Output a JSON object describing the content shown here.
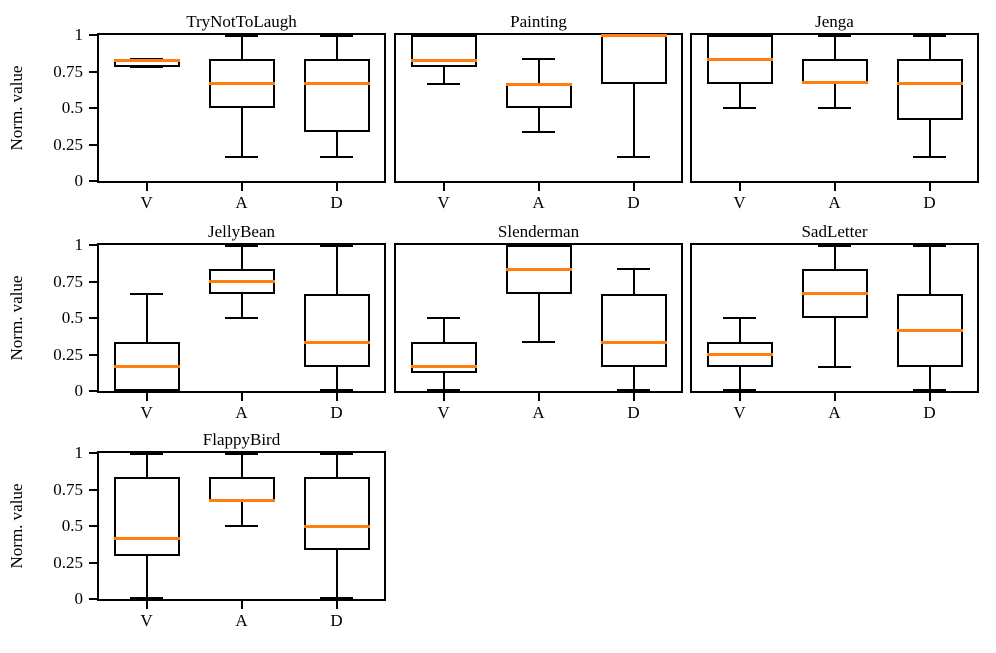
{
  "figure": {
    "background": "#ffffff"
  },
  "colors": {
    "line": "#000000",
    "median": "#ff7f0e",
    "plot_bg": "#ffffff"
  },
  "axis": {
    "ylabel": "Norm. value",
    "ylim": [
      0,
      1
    ],
    "yticks": [
      {
        "value": 0,
        "label": "0"
      },
      {
        "value": 0.25,
        "label": "0.25"
      },
      {
        "value": 0.5,
        "label": "0.5"
      },
      {
        "value": 0.75,
        "label": "0.75"
      },
      {
        "value": 1,
        "label": "1"
      }
    ],
    "categories": [
      "V",
      "A",
      "D"
    ]
  },
  "chart_data": {
    "type": "boxplot-grid",
    "grid": {
      "rows": 3,
      "cols": 3,
      "used_slots": 7
    },
    "ylim": [
      0,
      1
    ],
    "ylabel": "Norm. value",
    "categories": [
      "V",
      "A",
      "D"
    ],
    "subplots": [
      {
        "title": "TryNotToLaugh",
        "boxes": [
          {
            "category": "V",
            "whisker_low": 0.78,
            "q1": 0.78,
            "median": 0.825,
            "q3": 0.835,
            "whisker_high": 0.835
          },
          {
            "category": "A",
            "whisker_low": 0.167,
            "q1": 0.5,
            "median": 0.667,
            "q3": 0.833,
            "whisker_high": 1
          },
          {
            "category": "D",
            "whisker_low": 0.167,
            "q1": 0.333,
            "median": 0.667,
            "q3": 0.833,
            "whisker_high": 1
          }
        ]
      },
      {
        "title": "Painting",
        "boxes": [
          {
            "category": "V",
            "whisker_low": 0.667,
            "q1": 0.78,
            "median": 0.825,
            "q3": 1,
            "whisker_high": 1
          },
          {
            "category": "A",
            "whisker_low": 0.333,
            "q1": 0.5,
            "median": 0.66,
            "q3": 0.667,
            "whisker_high": 0.833
          },
          {
            "category": "D",
            "whisker_low": 0.167,
            "q1": 0.667,
            "median": 1,
            "q3": 1,
            "whisker_high": 1
          }
        ]
      },
      {
        "title": "Jenga",
        "boxes": [
          {
            "category": "V",
            "whisker_low": 0.5,
            "q1": 0.667,
            "median": 0.833,
            "q3": 1,
            "whisker_high": 1
          },
          {
            "category": "A",
            "whisker_low": 0.5,
            "q1": 0.667,
            "median": 0.672,
            "q3": 0.833,
            "whisker_high": 1
          },
          {
            "category": "D",
            "whisker_low": 0.167,
            "q1": 0.417,
            "median": 0.667,
            "q3": 0.833,
            "whisker_high": 1
          }
        ]
      },
      {
        "title": "JellyBean",
        "boxes": [
          {
            "category": "V",
            "whisker_low": 0,
            "q1": 0,
            "median": 0.167,
            "q3": 0.333,
            "whisker_high": 0.667
          },
          {
            "category": "A",
            "whisker_low": 0.5,
            "q1": 0.667,
            "median": 0.75,
            "q3": 0.833,
            "whisker_high": 1
          },
          {
            "category": "D",
            "whisker_low": 0,
            "q1": 0.167,
            "median": 0.333,
            "q3": 0.667,
            "whisker_high": 1
          }
        ]
      },
      {
        "title": "Slenderman",
        "boxes": [
          {
            "category": "V",
            "whisker_low": 0,
            "q1": 0.125,
            "median": 0.167,
            "q3": 0.333,
            "whisker_high": 0.5
          },
          {
            "category": "A",
            "whisker_low": 0.333,
            "q1": 0.667,
            "median": 0.833,
            "q3": 1,
            "whisker_high": 1
          },
          {
            "category": "D",
            "whisker_low": 0,
            "q1": 0.167,
            "median": 0.333,
            "q3": 0.667,
            "whisker_high": 0.833
          }
        ]
      },
      {
        "title": "SadLetter",
        "boxes": [
          {
            "category": "V",
            "whisker_low": 0,
            "q1": 0.167,
            "median": 0.25,
            "q3": 0.333,
            "whisker_high": 0.5
          },
          {
            "category": "A",
            "whisker_low": 0.167,
            "q1": 0.5,
            "median": 0.667,
            "q3": 0.833,
            "whisker_high": 1
          },
          {
            "category": "D",
            "whisker_low": 0,
            "q1": 0.167,
            "median": 0.417,
            "q3": 0.667,
            "whisker_high": 1
          }
        ]
      },
      {
        "title": "FlappyBird",
        "boxes": [
          {
            "category": "V",
            "whisker_low": 0,
            "q1": 0.292,
            "median": 0.417,
            "q3": 0.833,
            "whisker_high": 1
          },
          {
            "category": "A",
            "whisker_low": 0.5,
            "q1": 0.667,
            "median": 0.672,
            "q3": 0.833,
            "whisker_high": 1
          },
          {
            "category": "D",
            "whisker_low": 0,
            "q1": 0.333,
            "median": 0.5,
            "q3": 0.833,
            "whisker_high": 1
          }
        ]
      }
    ]
  }
}
